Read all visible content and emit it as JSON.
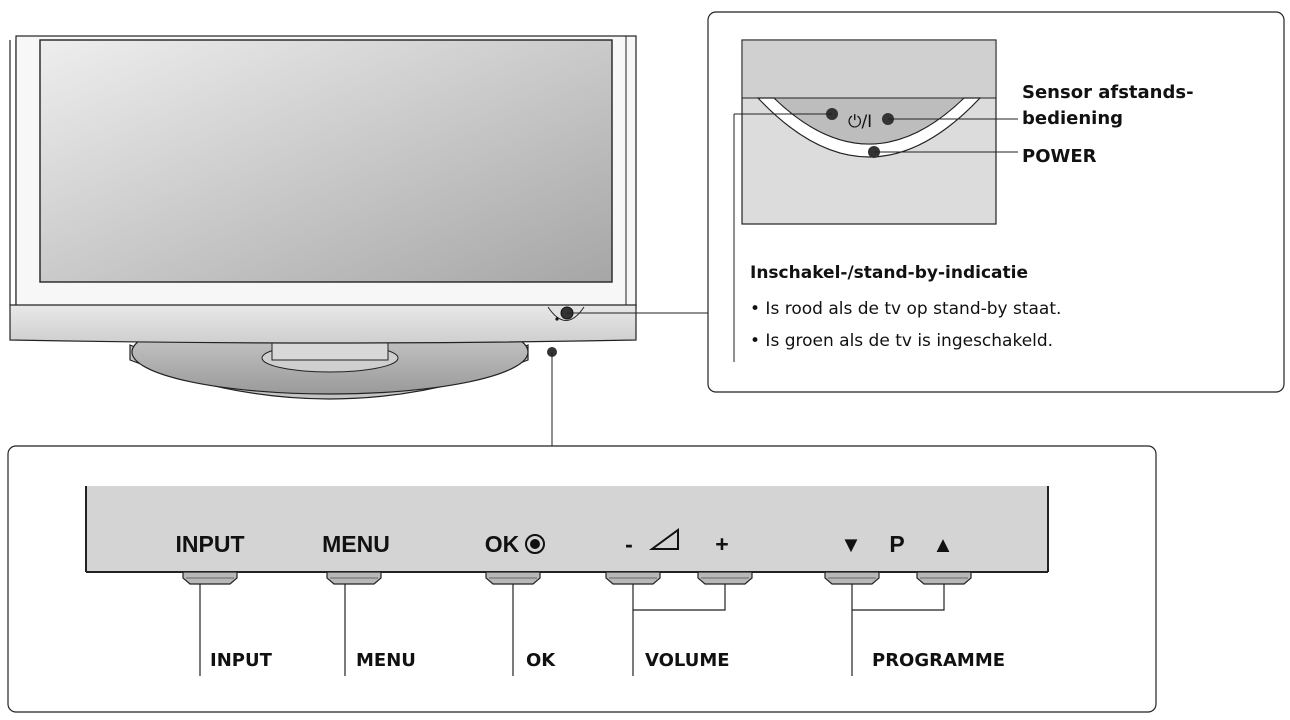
{
  "callout_top": {
    "indicator_symbol": "⏻/I",
    "sensor_label_line1": "Sensor afstands-",
    "sensor_label_line2": "bediening",
    "power_label": "POWER",
    "indicator_heading": "Inschakel-/stand-by-indicatie",
    "bullets": [
      "• Is rood als de tv op stand-by staat.",
      "• Is groen als de tv is ingeschakeld."
    ]
  },
  "control_panel": {
    "buttons": {
      "input": "INPUT",
      "menu": "MENU",
      "ok": "OK",
      "volume_minus": "-",
      "volume_plus": "+",
      "programme_down": "▼",
      "programme_p": "P",
      "programme_up": "▲"
    },
    "labels": {
      "input": "INPUT",
      "menu": "MENU",
      "ok": "OK",
      "volume": "VOLUME",
      "programme": "PROGRAMME"
    }
  },
  "colors": {
    "line": "#222222",
    "bezel": "#f4f4f4",
    "panel_grey": "#d4d4d4",
    "screen_light": "#ececec",
    "screen_dark": "#a8a8a8"
  }
}
